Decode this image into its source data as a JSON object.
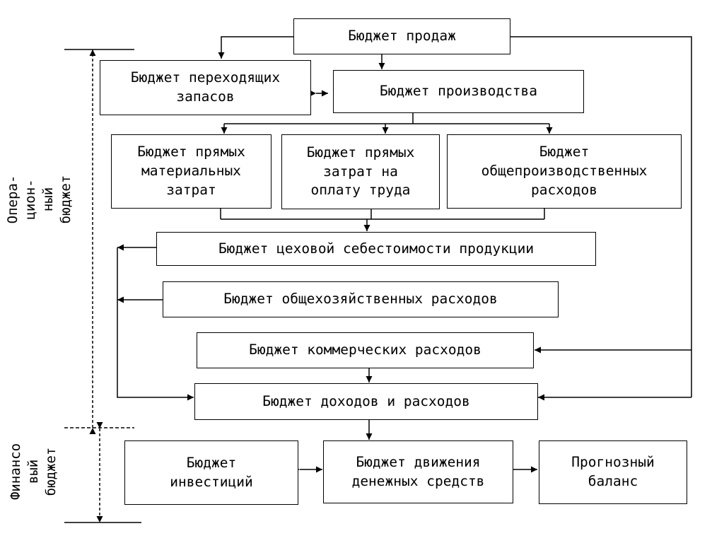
{
  "boxes": {
    "sales": "Бюджет продаж",
    "carryover_stock": "Бюджет переходящих\nзапасов",
    "production": "Бюджет производства",
    "direct_materials": "Бюджет прямых\nматериальных\nзатрат",
    "direct_labor": "Бюджет прямых\nзатрат на\nоплату труда",
    "overhead": "Бюджет\nобщепроизводственных\nрасходов",
    "shop_cost": "Бюджет цеховой себестоимости продукции",
    "admin_expenses": "Бюджет общехозяйственных расходов",
    "selling_expenses": "Бюджет коммерческих расходов",
    "income_expenses": "Бюджет доходов и расходов",
    "investments": "Бюджет\nинвестиций",
    "cash_flow": "Бюджет движения\nденежных средств",
    "forecast_balance": "Прогнозный\nбаланс"
  },
  "side_labels": {
    "operational": "Опера-\nцион-\nный\nбюджет",
    "financial": "Финансо\nвый\nбюджет"
  }
}
